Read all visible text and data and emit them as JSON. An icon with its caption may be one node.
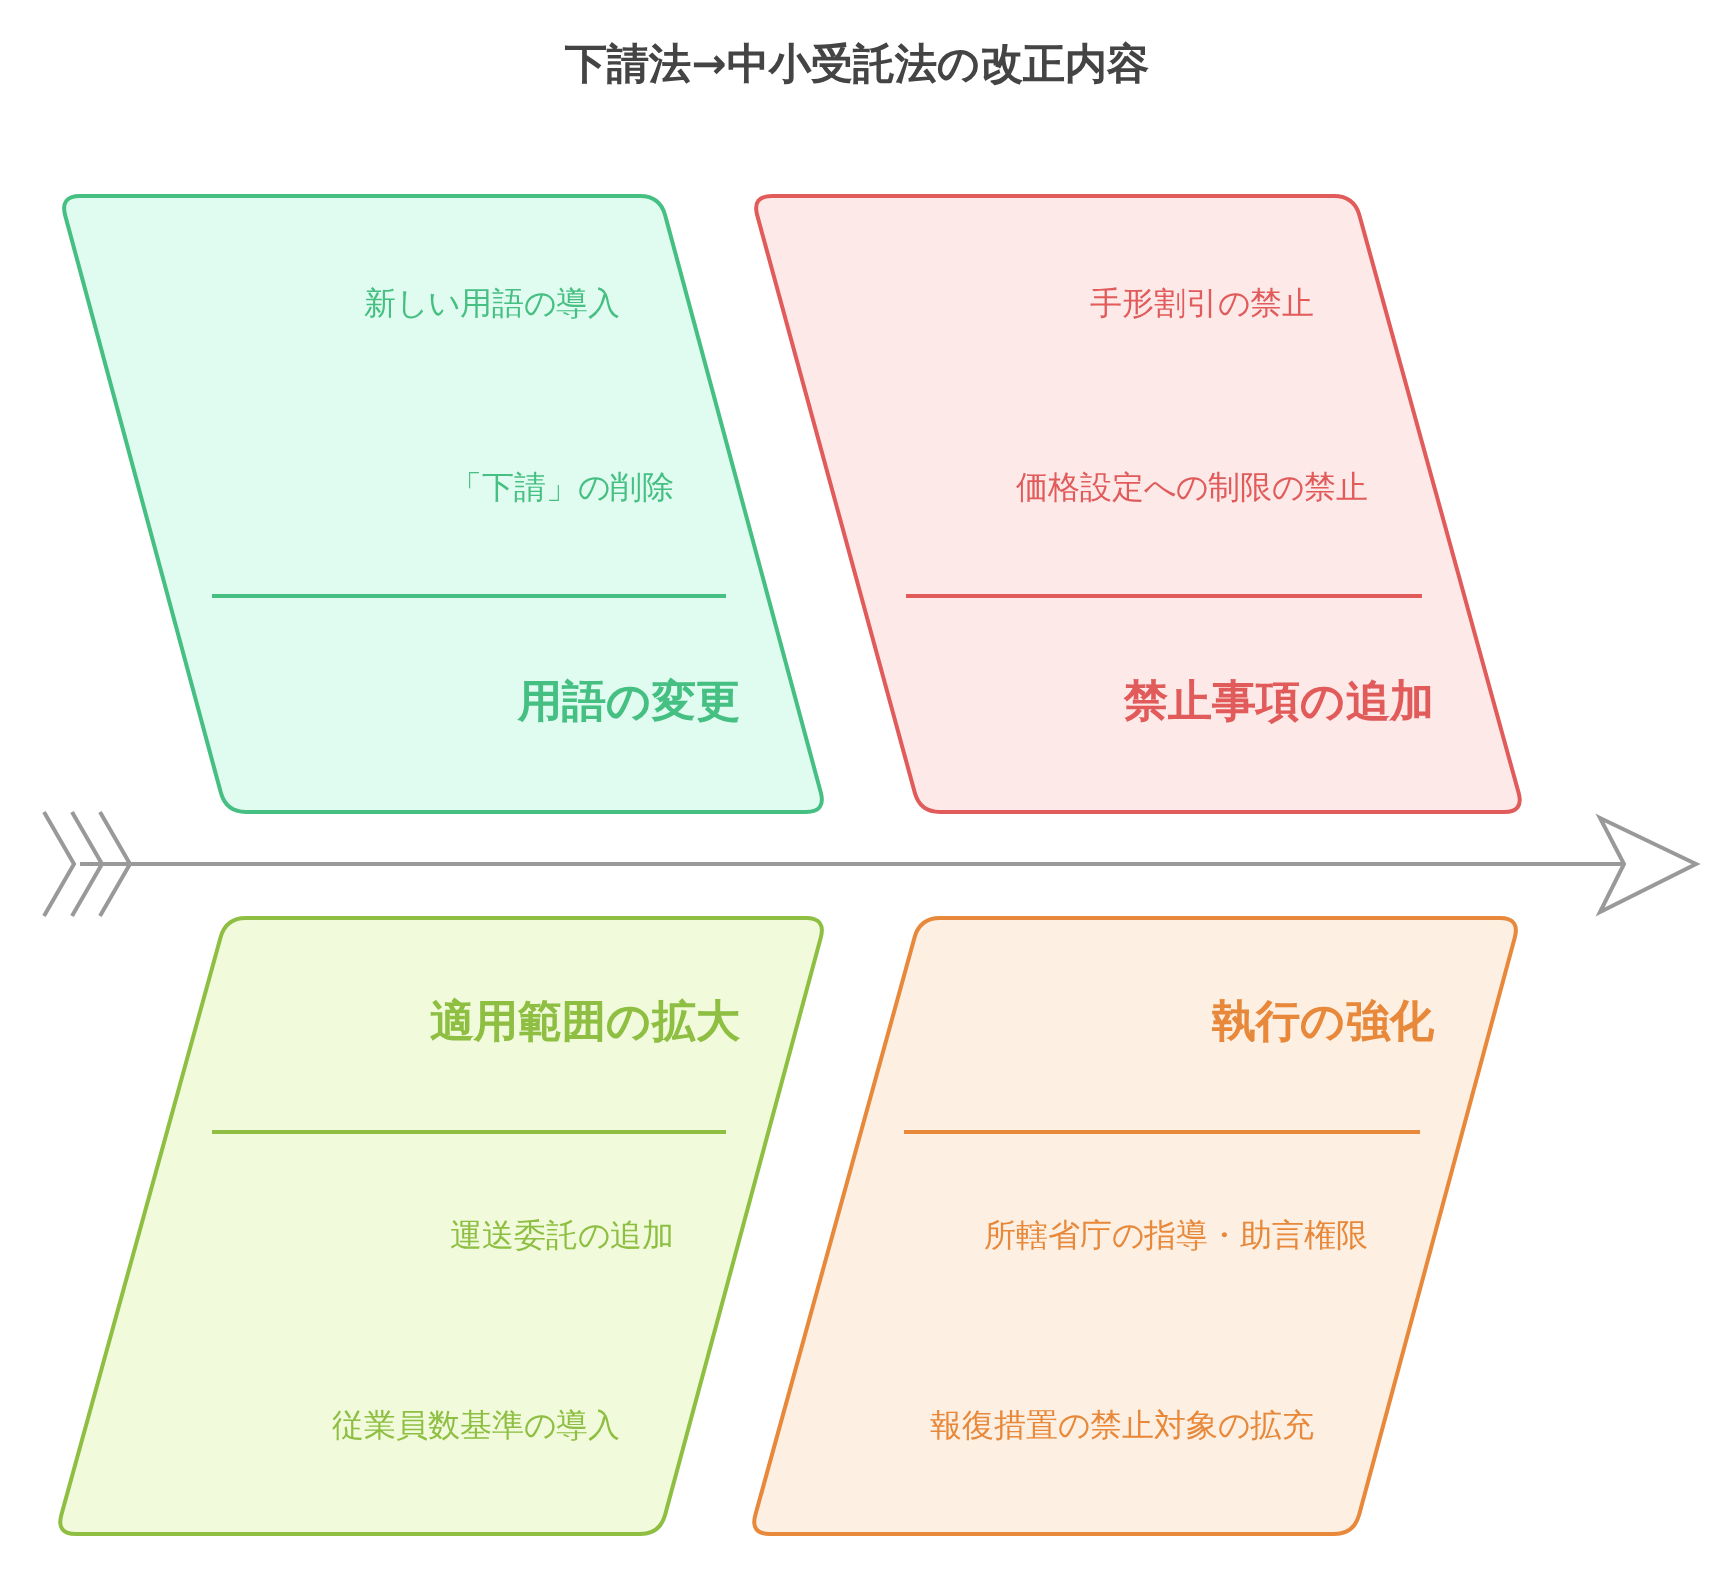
{
  "diagram": {
    "title": "下請法→中小受託法の改正内容",
    "nodes": [
      {
        "text": [
          "新しい用語の導入",
          "「下請」の削除",
          "用語の変更"
        ]
      },
      {
        "text": [
          "手形割引の禁止",
          "価格設定への制限の禁止",
          "禁止事項の追加"
        ]
      },
      {
        "text": [
          "適用範囲の拡大",
          "運送委託の追加",
          "従業員数基準の導入"
        ]
      },
      {
        "text": [
          "執行の強化",
          "所轄省庁の指導・助言権限",
          "報復措置の禁止対象の拡充"
        ]
      }
    ]
  }
}
